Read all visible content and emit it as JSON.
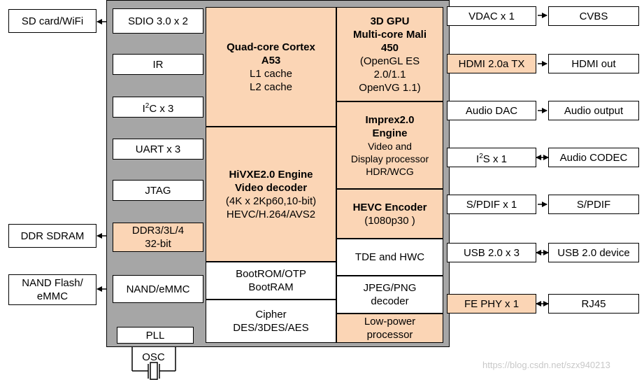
{
  "external_left": {
    "sd_wifi": "SD card/WiFi",
    "ddr": "DDR SDRAM",
    "nand_l1": "NAND Flash/",
    "nand_l2": "eMMC"
  },
  "left_ifaces": {
    "sdio": "SDIO 3.0 x 2",
    "ir": "IR",
    "i2c_pre": "I",
    "i2c_sup": "2",
    "i2c_post": "C x 3",
    "uart": "UART x 3",
    "jtag": "JTAG",
    "ddr_l1": "DDR3/3L/4",
    "ddr_l2": "32-bit",
    "nand": "NAND/eMMC",
    "pll": "PLL",
    "osc": "OSC"
  },
  "cpu": {
    "l1": "Quad-core Cortex",
    "l2": "A53",
    "l3": "L1 cache",
    "l4": "L2 cache"
  },
  "vdec": {
    "l1": "HiVXE2.0 Engine",
    "l2": "Video decoder",
    "l3": "(4K x 2Kp60,10-bit)",
    "l4": "HEVC/H.264/AVS2"
  },
  "bootrom": {
    "l1": "BootROM/OTP",
    "l2": "BootRAM"
  },
  "cipher": {
    "l1": "Cipher",
    "l2": "DES/3DES/AES"
  },
  "gpu": {
    "l1": "3D GPU",
    "l2": "Multi-core Mali",
    "l3": "450",
    "l4": "(OpenGL ES",
    "l5": "2.0/1.1",
    "l6": "OpenVG 1.1)"
  },
  "imprex": {
    "l1": "Imprex2.0",
    "l2": "Engine",
    "l3": "Video and",
    "l4": "Display processor",
    "l5": "HDR/WCG"
  },
  "hevc_enc": {
    "l1": "HEVC Encoder",
    "l2": "(1080p30 )"
  },
  "tde": {
    "l1": "TDE and HWC"
  },
  "jpeg": {
    "l1": "JPEG/PNG",
    "l2": "decoder"
  },
  "lowpower": {
    "l1": "Low-power",
    "l2": "processor"
  },
  "right_ifaces": {
    "vdac": "VDAC x 1",
    "hdmi_tx": "HDMI 2.0a TX",
    "audio_dac": "Audio DAC",
    "i2s_pre": "I",
    "i2s_sup": "2",
    "i2s_post": "S x 1",
    "spdif": "S/PDIF x 1",
    "usb": "USB 2.0 x 3",
    "fephy": "FE PHY x 1"
  },
  "external_right": {
    "cvbs": "CVBS",
    "hdmi_out": "HDMI out",
    "audio_out": "Audio output",
    "audio_codec": "Audio CODEC",
    "spdif": "S/PDIF",
    "usb_dev": "USB 2.0 device",
    "rj45": "RJ45"
  },
  "watermark": "https://blog.csdn.net/szx940213",
  "colors": {
    "chip_bg": "#a6a6a6",
    "accent": "#fbd5b5",
    "block": "#ffffff"
  }
}
